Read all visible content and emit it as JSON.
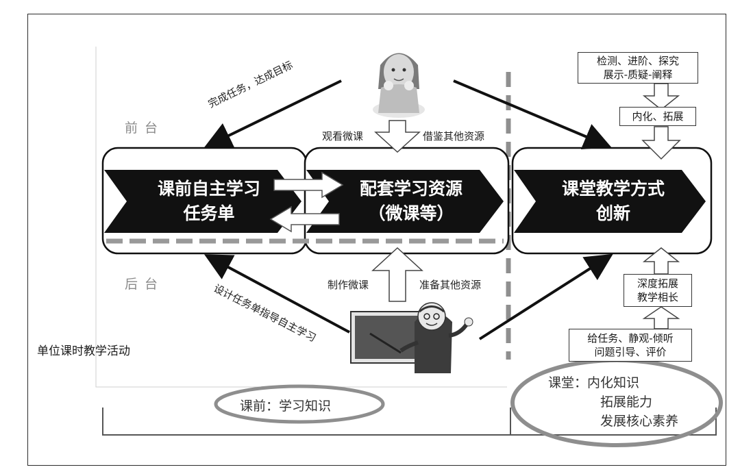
{
  "diagram": {
    "front_stage": "前台",
    "back_stage": "后台",
    "box_left": {
      "line1": "课前自主学习",
      "line2": "任务单"
    },
    "box_mid": {
      "line1": "配套学习资源",
      "line2": "（微课等）"
    },
    "box_right": {
      "line1": "课堂教学方式",
      "line2": "创新"
    },
    "arrow_top_left": "完成任务，达成目标",
    "arrow_bottom_left": "设计任务单指导自主学习",
    "watch_micro": "观看微课",
    "borrow_resources": "借鉴其他资源",
    "make_micro": "制作微课",
    "prepare_resources": "准备其他资源",
    "right_top_box": {
      "line1": "检测、进阶、探究",
      "line2": "展示-质疑-阐释"
    },
    "right_mid_box": "内化、拓展",
    "right_deep_box": {
      "line1": "深度拓展",
      "line2": "教学相长"
    },
    "right_bottom_box": {
      "line1": "给任务、静观-倾听",
      "line2": "问题引导、评价"
    },
    "unit_activity": "单位课时教学活动",
    "before_class": "课前：学习知识",
    "in_class": {
      "line1": "课堂：内化知识",
      "line2": "拓展能力",
      "line3": "发展核心素养"
    }
  }
}
